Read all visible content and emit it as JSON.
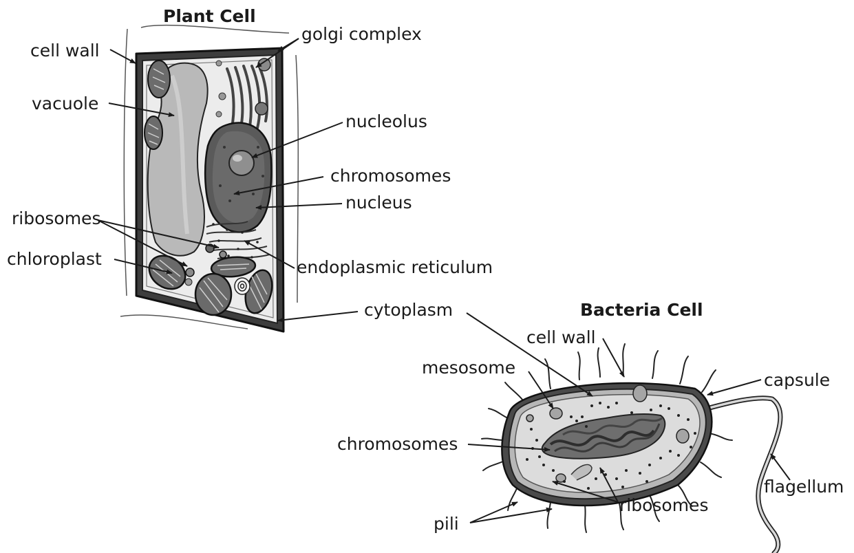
{
  "plant_cell": {
    "title": "Plant Cell",
    "labels": {
      "cell_wall": "cell wall",
      "golgi_complex": "golgi complex",
      "vacuole": "vacuole",
      "nucleolus": "nucleolus",
      "chromosomes": "chromosomes",
      "nucleus": "nucleus",
      "ribosomes": "ribosomes",
      "chloroplast": "chloroplast",
      "endoplasmic_reticulum": "endoplasmic reticulum",
      "cytoplasm": "cytoplasm"
    }
  },
  "bacteria_cell": {
    "title": "Bacteria Cell",
    "labels": {
      "cell_wall": "cell wall",
      "mesosome": "mesosome",
      "capsule": "capsule",
      "chromosomes": "chromosomes",
      "flagellum": "flagellum",
      "ribosomes": "ribosomes",
      "pili": "pili"
    }
  }
}
